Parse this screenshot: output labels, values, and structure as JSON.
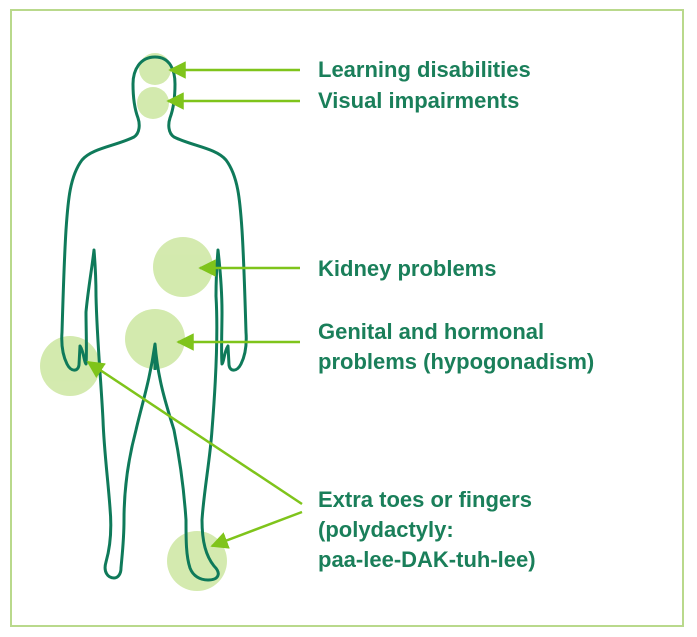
{
  "colors": {
    "border": "#b9d98c",
    "body_outline": "#0f7a5a",
    "highlight": "#cfe8a6",
    "arrow": "#7fc41b",
    "label_text": "#1a7f5a"
  },
  "labels": {
    "learning": "Learning disabilities",
    "visual": "Visual impairments",
    "kidney": "Kidney problems",
    "genital_line1": "Genital and hormonal",
    "genital_line2": "problems (hypogonadism)",
    "extra_line1": "Extra toes or fingers",
    "extra_line2": "(polydactyly:",
    "extra_line3": "paa-lee-DAK-tuh-lee)"
  },
  "icons": {
    "body": "human-body-outline-icon",
    "callout": "arrow-icon"
  }
}
